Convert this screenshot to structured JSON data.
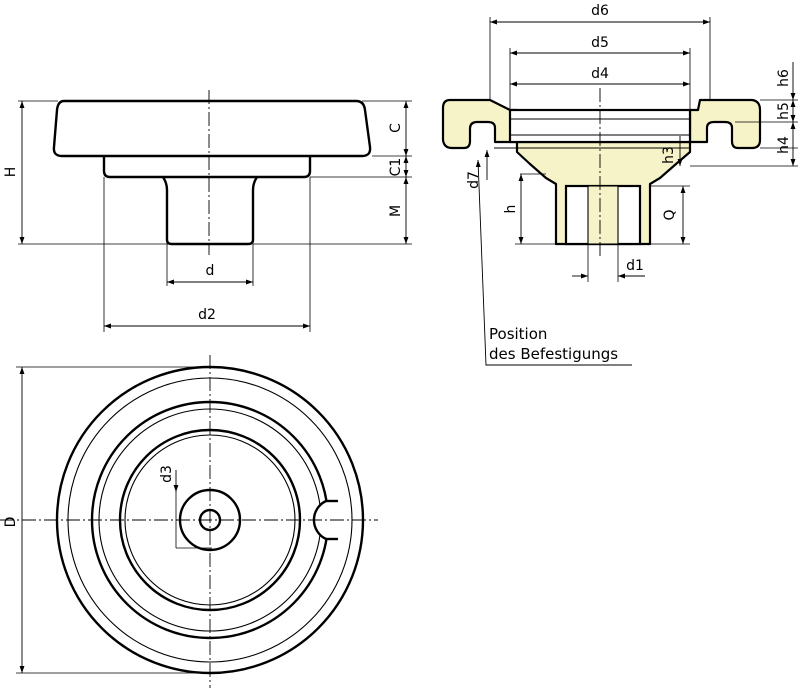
{
  "colors": {
    "ink": "#000000",
    "insert_fill": "#f7f3c8",
    "background": "#ffffff"
  },
  "side_view": {
    "labels": {
      "H": "H",
      "C": "C",
      "C1": "C1",
      "M": "M",
      "d": "d",
      "d2": "d2"
    }
  },
  "section_view": {
    "labels": {
      "d6": "d6",
      "d5": "d5",
      "d4": "d4",
      "h6": "h6",
      "h5": "h5",
      "h4": "h4",
      "h3": "h3",
      "d7": "d7",
      "h": "h",
      "Q": "Q",
      "d1": "d1"
    },
    "note_line1": "Position",
    "note_line2": "des Befestigungs"
  },
  "top_view": {
    "labels": {
      "D": "D",
      "d3": "d3"
    }
  }
}
